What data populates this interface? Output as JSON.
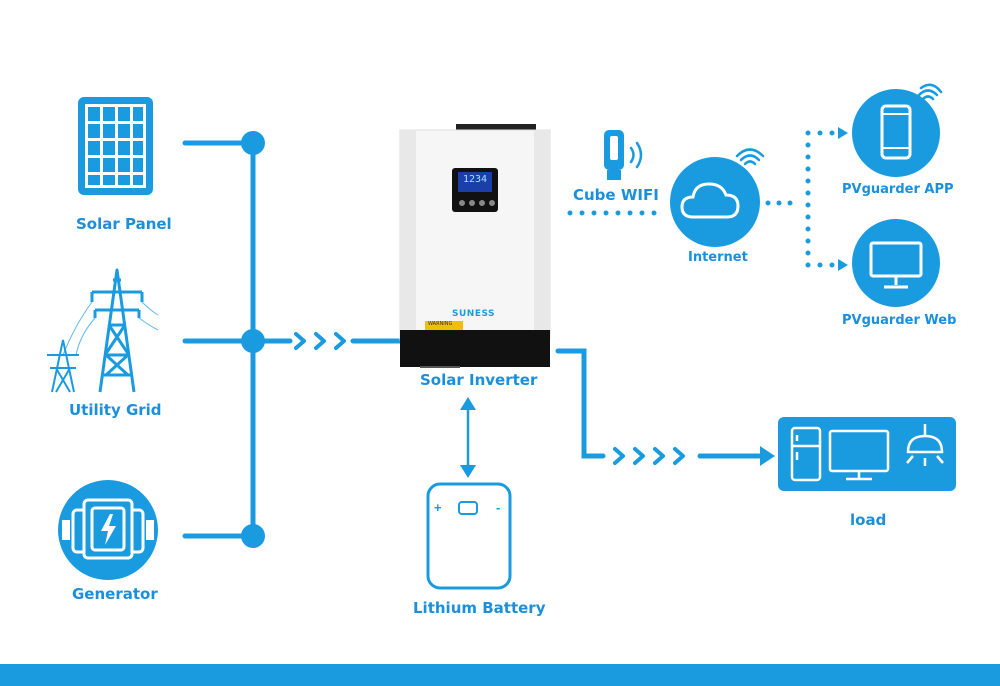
{
  "labels": {
    "solar_panel": "Solar Panel",
    "utility_grid": "Utility Grid",
    "generator": "Generator",
    "solar_inverter": "Solar Inverter",
    "lithium_battery": "Lithium Battery",
    "cube_wifi": "Cube WIFI",
    "internet": "Internet",
    "pvguarder_app": "PVguarder  APP",
    "pvguarder_web": "PVguarder  Web",
    "load": "load"
  },
  "inverter": {
    "brand": "SUNESS",
    "display": "1234",
    "warning": "WARNING"
  },
  "colors": {
    "primary": "#1a9be0",
    "line": "#1a9be0",
    "dark": "#111111",
    "panel_bg": "#ffffff"
  },
  "icons": [
    "solar-panel-icon",
    "transmission-tower-icon",
    "generator-icon",
    "inverter-icon",
    "battery-icon",
    "wifi-dongle-icon",
    "cloud-icon",
    "phone-icon",
    "monitor-icon",
    "fridge-icon",
    "tv-icon",
    "lamp-icon",
    "wifi-signal-icon"
  ]
}
